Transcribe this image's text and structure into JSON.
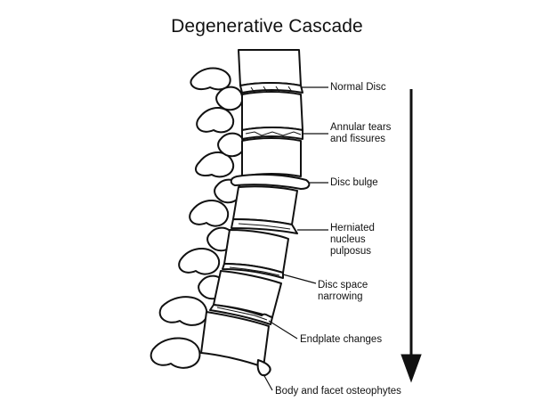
{
  "diagram": {
    "title": "Degenerative Cascade",
    "labels": {
      "normal_disc": "Normal Disc",
      "annular_tears_line1": "Annular tears",
      "annular_tears_line2": "and fissures",
      "disc_bulge": "Disc bulge",
      "herniated_line1": "Herniated",
      "herniated_line2": "nucleus",
      "herniated_line3": "pulposus",
      "disc_space_line1": "Disc space",
      "disc_space_line2": "narrowing",
      "endplate_changes": "Endplate changes",
      "osteophytes": "Body and facet osteophytes"
    }
  }
}
